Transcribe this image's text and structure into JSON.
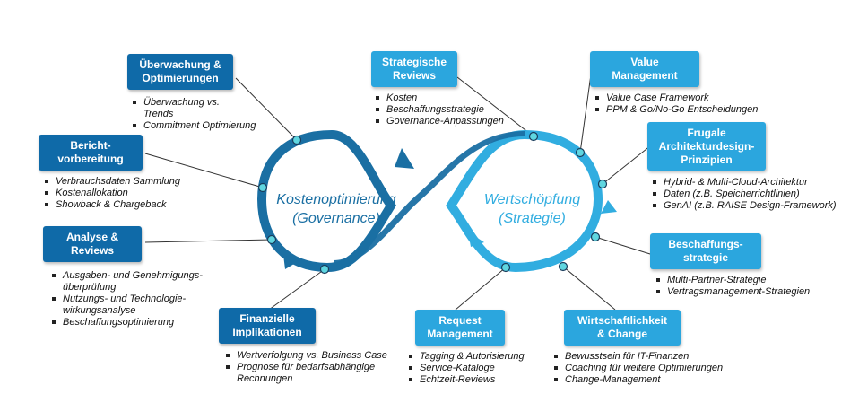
{
  "center": {
    "left": {
      "title": "Kostenoptimierung",
      "subtitle": "(Governance)"
    },
    "right": {
      "title": "Wertschöpfung",
      "subtitle": "(Strategie)"
    }
  },
  "colors": {
    "dark": "#0f6aa8",
    "light": "#2ba6de",
    "loop_dark": "#1a6fa3",
    "loop_light": "#31ade0",
    "node_fill": "#5fd6e0"
  },
  "boxes": {
    "ueberwachung": {
      "title": "Überwachung &\nOptimierungen",
      "bullets": [
        "Überwachung vs. Trends",
        "Commitment Optimierung"
      ]
    },
    "bericht": {
      "title": "Bericht-\nvorbereitung",
      "bullets": [
        "Verbrauchsdaten Sammlung",
        "Kostenallokation",
        "Showback & Chargeback"
      ]
    },
    "analyse": {
      "title": "Analyse &\nReviews",
      "bullets": [
        "Ausgaben- und Genehmigungs-überprüfung",
        "Nutzungs- und Technologie-wirkungsanalyse",
        "Beschaffungsoptimierung"
      ]
    },
    "finanzielle": {
      "title": "Finanzielle\nImplikationen",
      "bullets": [
        "Wertverfolgung vs. Business Case",
        "Prognose für bedarfsabhängige Rechnungen"
      ]
    },
    "strategische": {
      "title": "Strategische\nReviews",
      "bullets": [
        "Kosten",
        "Beschaffungsstrategie",
        "Governance-Anpassungen"
      ]
    },
    "value": {
      "title": "Value\nManagement",
      "bullets": [
        "Value Case Framework",
        "PPM & Go/No-Go Entscheidungen"
      ]
    },
    "frugale": {
      "title": "Frugale\nArchitekturdesign-\nPrinzipien",
      "bullets": [
        "Hybrid- & Multi-Cloud-Architektur",
        "Daten (z.B. Speicherrichtlinien)",
        "GenAI (z.B. RAISE Design-Framework)"
      ]
    },
    "beschaffung": {
      "title": "Beschaffungs-\nstrategie",
      "bullets": [
        "Multi-Partner-Strategie",
        "Vertragsmanagement-Strategien"
      ]
    },
    "wirtschaft": {
      "title": "Wirtschaftlichkeit\n& Change",
      "bullets": [
        "Bewusstsein für IT-Finanzen",
        "Coaching für weitere Optimierungen",
        "Change-Management"
      ]
    },
    "request": {
      "title": "Request\nManagement",
      "bullets": [
        "Tagging & Autorisierung",
        "Service-Kataloge",
        "Echtzeit-Reviews"
      ]
    }
  }
}
